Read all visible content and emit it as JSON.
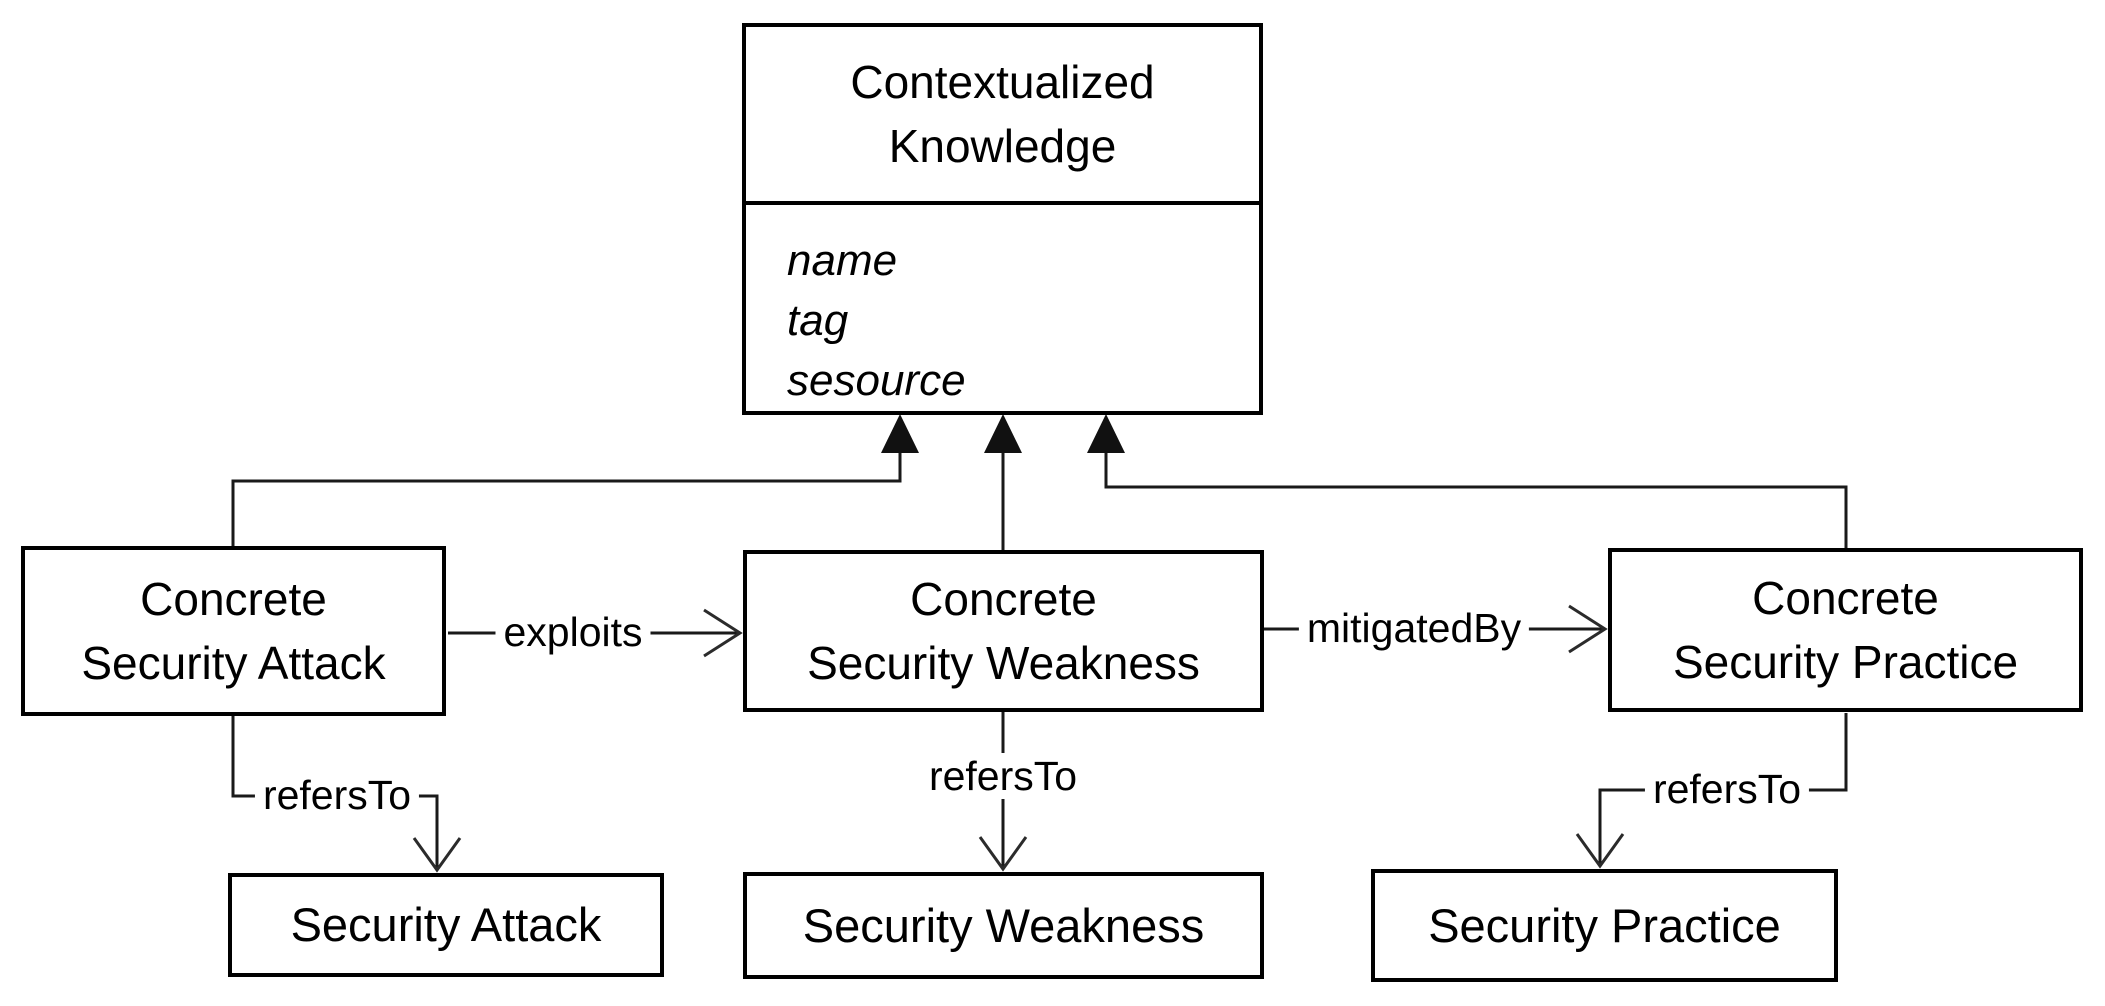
{
  "diagram": {
    "type": "uml-class-diagram",
    "background_color": "#ffffff",
    "line_color": "#1a1a1a",
    "text_color": "#000000",
    "classes": {
      "contextualized_knowledge": {
        "name_line1": "Contextualized",
        "name_line2": "Knowledge",
        "attributes": [
          "name",
          "tag",
          "sesource"
        ]
      },
      "concrete_security_attack": {
        "name_line1": "Concrete",
        "name_line2": "Security Attack"
      },
      "concrete_security_weakness": {
        "name_line1": "Concrete",
        "name_line2": "Security Weakness"
      },
      "concrete_security_practice": {
        "name_line1": "Concrete",
        "name_line2": "Security Practice"
      },
      "security_attack": {
        "label": "Security Attack"
      },
      "security_weakness": {
        "label": "Security Weakness"
      },
      "security_practice": {
        "label": "Security Practice"
      }
    },
    "relationships": {
      "exploits": {
        "label": "exploits",
        "from": "concrete_security_attack",
        "to": "concrete_security_weakness"
      },
      "mitigated_by": {
        "label": "mitigatedBy",
        "from": "concrete_security_weakness",
        "to": "concrete_security_practice"
      },
      "refers_to_attack": {
        "label": "refersTo",
        "from": "concrete_security_attack",
        "to": "security_attack"
      },
      "refers_to_weakness": {
        "label": "refersTo",
        "from": "concrete_security_weakness",
        "to": "security_weakness"
      },
      "refers_to_practice": {
        "label": "refersTo",
        "from": "concrete_security_practice",
        "to": "security_practice"
      },
      "generalizations": "concrete classes inherit from Contextualized Knowledge"
    }
  }
}
